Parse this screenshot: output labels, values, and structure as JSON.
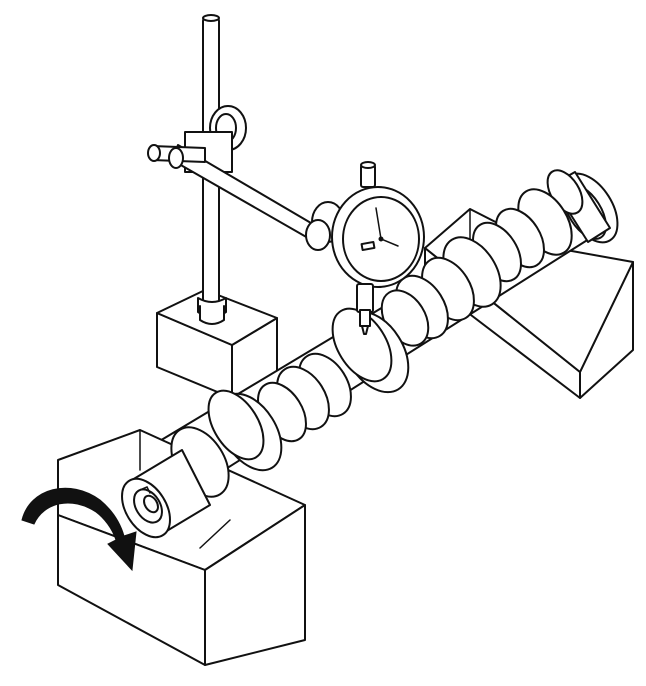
{
  "figure": {
    "colors": {
      "line": "#111111",
      "fill": "#ffffff",
      "arrow": "#111111"
    },
    "components": [
      "v-block-rear",
      "v-block-front",
      "magnetic-base",
      "indicator-stand-post",
      "indicator-arm",
      "dial-indicator",
      "camshaft",
      "rotation-arrow-icon"
    ]
  }
}
